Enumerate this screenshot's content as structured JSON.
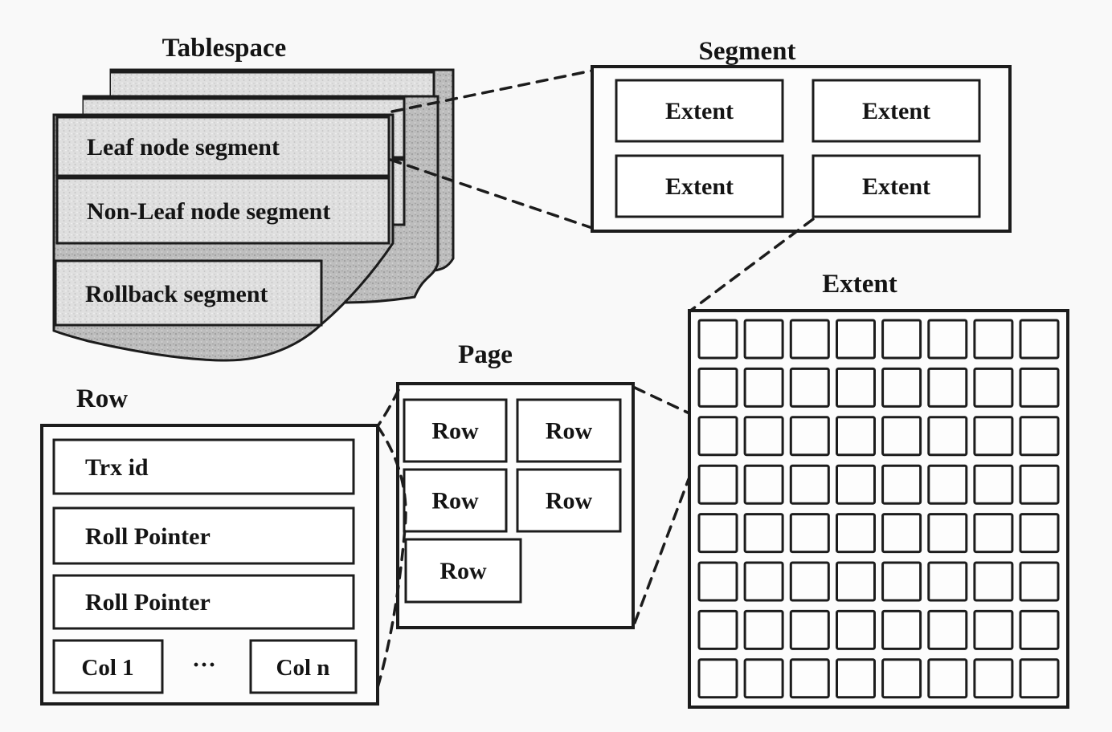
{
  "figure": {
    "background": "#f9f9f9",
    "line_color": "#1c1c1c",
    "text_color": "#141414",
    "sheet_fill": "#bdbdbd",
    "sheet_dot_dark": "#9e9e9e",
    "sheet_dot_light": "#d6d6d6",
    "strip_fill": "#dfdfdf",
    "strip_dot_dark": "#c6c6c6",
    "strip_dot_light": "#f1f1f1",
    "box_fill": "#fcfcfc"
  },
  "tablespace": {
    "label": "Tablespace",
    "sheet_count": 3,
    "segments": [
      "Leaf node segment",
      "Non-Leaf node segment",
      "Rollback segment"
    ]
  },
  "segment": {
    "label": "Segment",
    "extent_labels": [
      "Extent",
      "Extent",
      "Extent",
      "Extent"
    ]
  },
  "extent": {
    "label": "Extent",
    "grid_rows": 8,
    "grid_cols": 8
  },
  "page": {
    "label": "Page",
    "row_labels": [
      "Row",
      "Row",
      "Row",
      "Row",
      "Row"
    ]
  },
  "row": {
    "label": "Row",
    "fields": [
      "Trx id",
      "Roll Pointer",
      "Roll Pointer"
    ],
    "col_first": "Col 1",
    "col_ellipsis": "···",
    "col_last": "Col n"
  }
}
